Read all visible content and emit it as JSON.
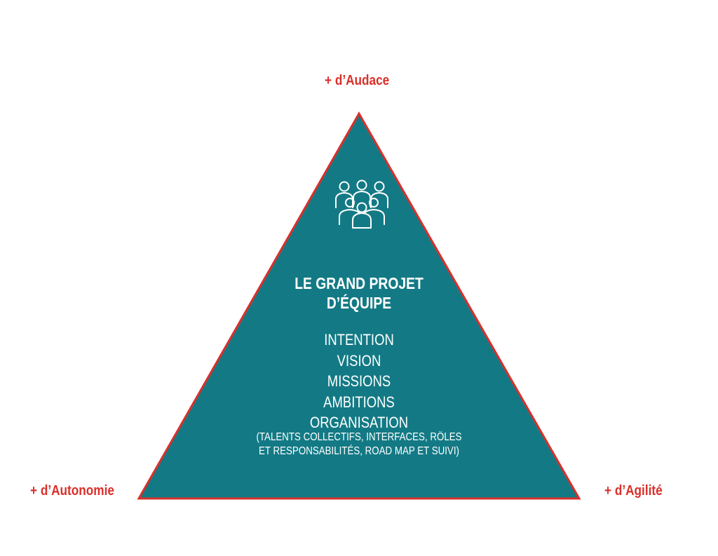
{
  "labels": {
    "top": "+ d’Audace",
    "left": "+ d’Autonomie",
    "right": "+ d’Agilité"
  },
  "pyramid": {
    "title_lines": [
      "LE GRAND PROJET",
      "D’ÉQUIPE"
    ],
    "items": [
      "INTENTION",
      "VISION",
      "MISSIONS",
      "AMBITIONS",
      "ORGANISATION"
    ],
    "detail_lines": [
      "(TALENTS COLLECTIFS, INTERFACES, RÔLES",
      "ET RESPONSABILITÉS, ROAD MAP ET SUIVI)"
    ],
    "icon": "team-group-icon"
  },
  "colors": {
    "fill": "#137a85",
    "border": "#d9302a",
    "label": "#d9302a",
    "text": "#ffffff"
  }
}
